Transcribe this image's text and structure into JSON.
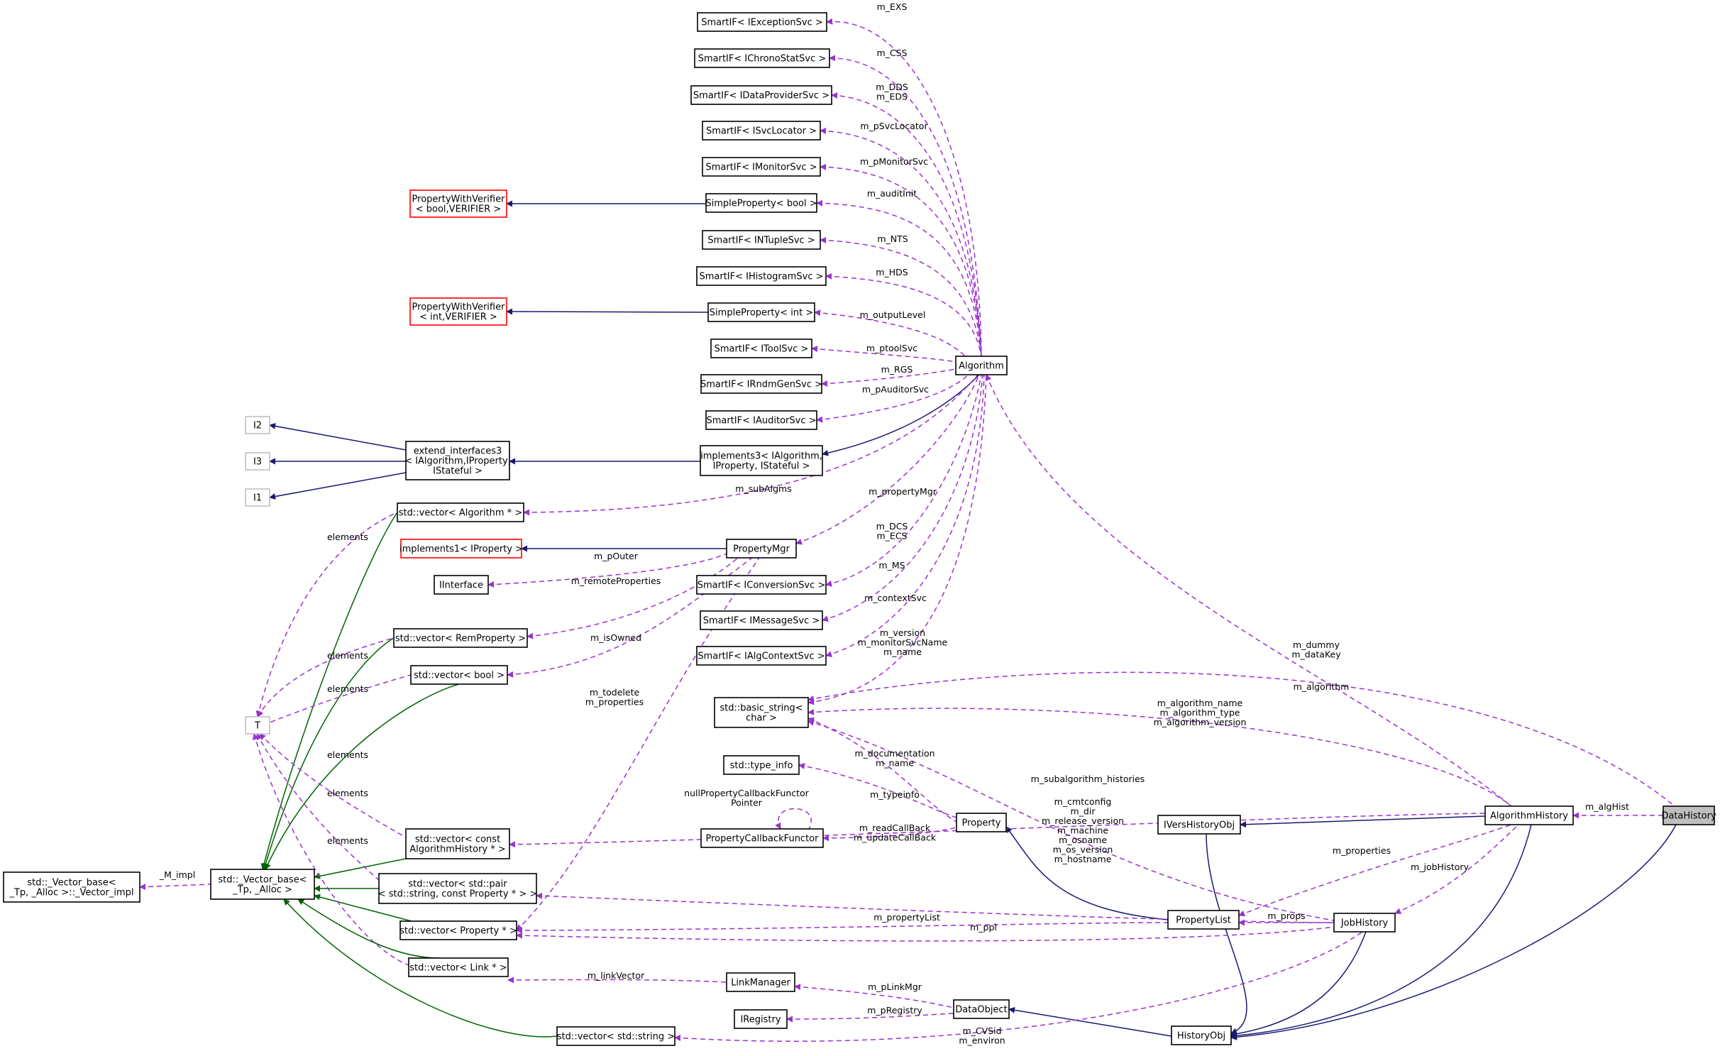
{
  "diagram": {
    "colors": {
      "public_inheritance": "#191970",
      "template_inheritance": "#006400",
      "usage": "#9a32cd",
      "undocumented_border": "#ff0000",
      "external_border": "#bfbfbf",
      "focus_fill": "#bfbfbf"
    },
    "nodes": [
      {
        "id": "exs",
        "lines": [
          "SmartIF< IExceptionSvc >"
        ],
        "style": "normal"
      },
      {
        "id": "css",
        "lines": [
          "SmartIF< IChronoStatSvc >"
        ],
        "style": "normal"
      },
      {
        "id": "dds",
        "lines": [
          "SmartIF< IDataProviderSvc >"
        ],
        "style": "normal"
      },
      {
        "id": "svcloc",
        "lines": [
          "SmartIF< ISvcLocator >"
        ],
        "style": "normal"
      },
      {
        "id": "monsvc",
        "lines": [
          "SmartIF< IMonitorSvc >"
        ],
        "style": "normal"
      },
      {
        "id": "pwvbool",
        "lines": [
          "PropertyWithVerifier",
          "< bool,VERIFIER >"
        ],
        "style": "red"
      },
      {
        "id": "spbool",
        "lines": [
          "SimpleProperty< bool >"
        ],
        "style": "normal"
      },
      {
        "id": "ntuple",
        "lines": [
          "SmartIF< INTupleSvc >"
        ],
        "style": "normal"
      },
      {
        "id": "histo",
        "lines": [
          "SmartIF< IHistogramSvc >"
        ],
        "style": "normal"
      },
      {
        "id": "pwvint",
        "lines": [
          "PropertyWithVerifier",
          "< int,VERIFIER >"
        ],
        "style": "red"
      },
      {
        "id": "spint",
        "lines": [
          "SimpleProperty< int >"
        ],
        "style": "normal"
      },
      {
        "id": "toolsvc",
        "lines": [
          "SmartIF< IToolSvc >"
        ],
        "style": "normal"
      },
      {
        "id": "rndm",
        "lines": [
          "SmartIF< IRndmGenSvc >"
        ],
        "style": "normal"
      },
      {
        "id": "auditor",
        "lines": [
          "SmartIF< IAuditorSvc >"
        ],
        "style": "normal"
      },
      {
        "id": "algorithm",
        "lines": [
          "Algorithm"
        ],
        "style": "normal"
      },
      {
        "id": "i2",
        "lines": [
          "I2"
        ],
        "style": "grey"
      },
      {
        "id": "i3",
        "lines": [
          "I3"
        ],
        "style": "grey"
      },
      {
        "id": "i1",
        "lines": [
          "I1"
        ],
        "style": "grey"
      },
      {
        "id": "extif",
        "lines": [
          "extend_interfaces3",
          "< IAlgorithm,IProperty,",
          "IStateful >"
        ],
        "style": "normal"
      },
      {
        "id": "impl3",
        "lines": [
          "implements3< IAlgorithm,",
          "IProperty, IStateful >"
        ],
        "style": "normal"
      },
      {
        "id": "vecalg",
        "lines": [
          "std::vector< Algorithm * >"
        ],
        "style": "normal"
      },
      {
        "id": "impl1",
        "lines": [
          "implements1< IProperty >"
        ],
        "style": "red"
      },
      {
        "id": "propmgr",
        "lines": [
          "PropertyMgr"
        ],
        "style": "normal"
      },
      {
        "id": "iinterface",
        "lines": [
          "IInterface"
        ],
        "style": "normal"
      },
      {
        "id": "convsvc",
        "lines": [
          "SmartIF< IConversionSvc >"
        ],
        "style": "normal"
      },
      {
        "id": "vecrem",
        "lines": [
          "std::vector< RemProperty >"
        ],
        "style": "normal"
      },
      {
        "id": "msgsvc",
        "lines": [
          "SmartIF< IMessageSvc >"
        ],
        "style": "normal"
      },
      {
        "id": "vecbool",
        "lines": [
          "std::vector< bool >"
        ],
        "style": "normal"
      },
      {
        "id": "algctx",
        "lines": [
          "SmartIF< IAlgContextSvc >"
        ],
        "style": "normal"
      },
      {
        "id": "T",
        "lines": [
          "T"
        ],
        "style": "grey"
      },
      {
        "id": "basicstr",
        "lines": [
          "std::basic_string<",
          "char >"
        ],
        "style": "normal"
      },
      {
        "id": "typeinfo",
        "lines": [
          "std::type_info"
        ],
        "style": "normal"
      },
      {
        "id": "vecalghist",
        "lines": [
          "std::vector< const",
          "AlgorithmHistory * >"
        ],
        "style": "normal"
      },
      {
        "id": "pcbf",
        "lines": [
          "PropertyCallbackFunctor"
        ],
        "style": "normal"
      },
      {
        "id": "property",
        "lines": [
          "Property"
        ],
        "style": "normal"
      },
      {
        "id": "ivers",
        "lines": [
          "IVersHistoryObj"
        ],
        "style": "normal"
      },
      {
        "id": "alghist",
        "lines": [
          "AlgorithmHistory"
        ],
        "style": "normal"
      },
      {
        "id": "datahist",
        "lines": [
          "DataHistory"
        ],
        "style": "focus"
      },
      {
        "id": "vbimpl",
        "lines": [
          "std::_Vector_base<",
          "_Tp, _Alloc >::_Vector_impl"
        ],
        "style": "normal"
      },
      {
        "id": "vbase",
        "lines": [
          "std::_Vector_base<",
          "_Tp, _Alloc >"
        ],
        "style": "normal"
      },
      {
        "id": "vecpair",
        "lines": [
          "std::vector< std::pair",
          "< std::string, const Property * > >"
        ],
        "style": "normal"
      },
      {
        "id": "proplist",
        "lines": [
          "PropertyList"
        ],
        "style": "normal"
      },
      {
        "id": "jobhist",
        "lines": [
          "JobHistory"
        ],
        "style": "normal"
      },
      {
        "id": "vecprop",
        "lines": [
          "std::vector< Property * >"
        ],
        "style": "normal"
      },
      {
        "id": "veclink",
        "lines": [
          "std::vector< Link * >"
        ],
        "style": "normal"
      },
      {
        "id": "linkmgr",
        "lines": [
          "LinkManager"
        ],
        "style": "normal"
      },
      {
        "id": "dataobj",
        "lines": [
          "DataObject"
        ],
        "style": "normal"
      },
      {
        "id": "iregistry",
        "lines": [
          "IRegistry"
        ],
        "style": "normal"
      },
      {
        "id": "vecstr",
        "lines": [
          "std::vector< std::string >"
        ],
        "style": "normal"
      },
      {
        "id": "histobj",
        "lines": [
          "HistoryObj"
        ],
        "style": "normal"
      }
    ],
    "edge_labels": [
      {
        "id": "exs",
        "lines": [
          "m_EXS"
        ]
      },
      {
        "id": "css",
        "lines": [
          "m_CSS"
        ]
      },
      {
        "id": "dds",
        "lines": [
          "m_DDS",
          "m_EDS"
        ]
      },
      {
        "id": "svcloc",
        "lines": [
          "m_pSvcLocator"
        ]
      },
      {
        "id": "monsvc",
        "lines": [
          "m_pMonitorSvc"
        ]
      },
      {
        "id": "audit",
        "lines": [
          "m_auditInit"
        ]
      },
      {
        "id": "nts",
        "lines": [
          "m_NTS"
        ]
      },
      {
        "id": "hds",
        "lines": [
          "m_HDS"
        ]
      },
      {
        "id": "outlvl",
        "lines": [
          "m_outputLevel"
        ]
      },
      {
        "id": "tool",
        "lines": [
          "m_ptoolSvc"
        ]
      },
      {
        "id": "rgs",
        "lines": [
          "m_RGS"
        ]
      },
      {
        "id": "paud",
        "lines": [
          "m_pAuditorSvc"
        ]
      },
      {
        "id": "subalgms",
        "lines": [
          "m_subAlgms"
        ]
      },
      {
        "id": "propmgr",
        "lines": [
          "m_propertyMgr"
        ]
      },
      {
        "id": "dcs",
        "lines": [
          "m_DCS",
          "m_ECS"
        ]
      },
      {
        "id": "ms",
        "lines": [
          "m_MS"
        ]
      },
      {
        "id": "ctx",
        "lines": [
          "m_contextSvc"
        ]
      },
      {
        "id": "ver",
        "lines": [
          "m_version",
          "m_monitorSvcName",
          "m_name"
        ]
      },
      {
        "id": "pouter",
        "lines": [
          "m_pOuter"
        ]
      },
      {
        "id": "remote",
        "lines": [
          "m_remoteProperties"
        ]
      },
      {
        "id": "isowned",
        "lines": [
          "m_isOwned"
        ]
      },
      {
        "id": "todelete",
        "lines": [
          "m_todelete",
          "m_properties"
        ]
      },
      {
        "id": "el1",
        "lines": [
          "elements"
        ]
      },
      {
        "id": "el2",
        "lines": [
          "elements"
        ]
      },
      {
        "id": "el3",
        "lines": [
          "elements"
        ]
      },
      {
        "id": "el4",
        "lines": [
          "elements"
        ]
      },
      {
        "id": "el5",
        "lines": [
          "elements"
        ]
      },
      {
        "id": "el6",
        "lines": [
          "elements"
        ]
      },
      {
        "id": "dummy",
        "lines": [
          "m_dummy",
          "m_dataKey"
        ]
      },
      {
        "id": "malg",
        "lines": [
          "m_algorithm"
        ]
      },
      {
        "id": "algname",
        "lines": [
          "m_algorithm_name",
          "m_algorithm_type",
          "m_algorithm_version"
        ]
      },
      {
        "id": "doc",
        "lines": [
          "m_documentation",
          "m_name"
        ]
      },
      {
        "id": "subalg",
        "lines": [
          "m_subalgorithm_histories"
        ]
      },
      {
        "id": "tinfo",
        "lines": [
          "m_typeinfo"
        ]
      },
      {
        "id": "pointer",
        "lines": [
          "nullPropertyCallbackFunctor",
          "Pointer"
        ]
      },
      {
        "id": "readcb",
        "lines": [
          "m_readCallBack",
          "m_updateCallBack"
        ]
      },
      {
        "id": "cmt",
        "lines": [
          "m_cmtconfig",
          "m_dir",
          "m_release_version",
          "m_machine",
          "m_osname",
          "m_os_version",
          "m_hostname"
        ]
      },
      {
        "id": "alghistl",
        "lines": [
          "m_algHist"
        ]
      },
      {
        "id": "mprops",
        "lines": [
          "m_properties"
        ]
      },
      {
        "id": "jobhistl",
        "lines": [
          "m_jobHistory"
        ]
      },
      {
        "id": "mimpl",
        "lines": [
          "_M_impl"
        ]
      },
      {
        "id": "plist",
        "lines": [
          "m_propertyList"
        ]
      },
      {
        "id": "mprops2",
        "lines": [
          "m_props"
        ]
      },
      {
        "id": "ppl",
        "lines": [
          "m_ppl"
        ]
      },
      {
        "id": "linkvec",
        "lines": [
          "m_linkVector"
        ]
      },
      {
        "id": "plink",
        "lines": [
          "m_pLinkMgr"
        ]
      },
      {
        "id": "preg",
        "lines": [
          "m_pRegistry"
        ]
      },
      {
        "id": "cvsid",
        "lines": [
          "m_CVSid",
          "m_environ"
        ]
      }
    ]
  }
}
